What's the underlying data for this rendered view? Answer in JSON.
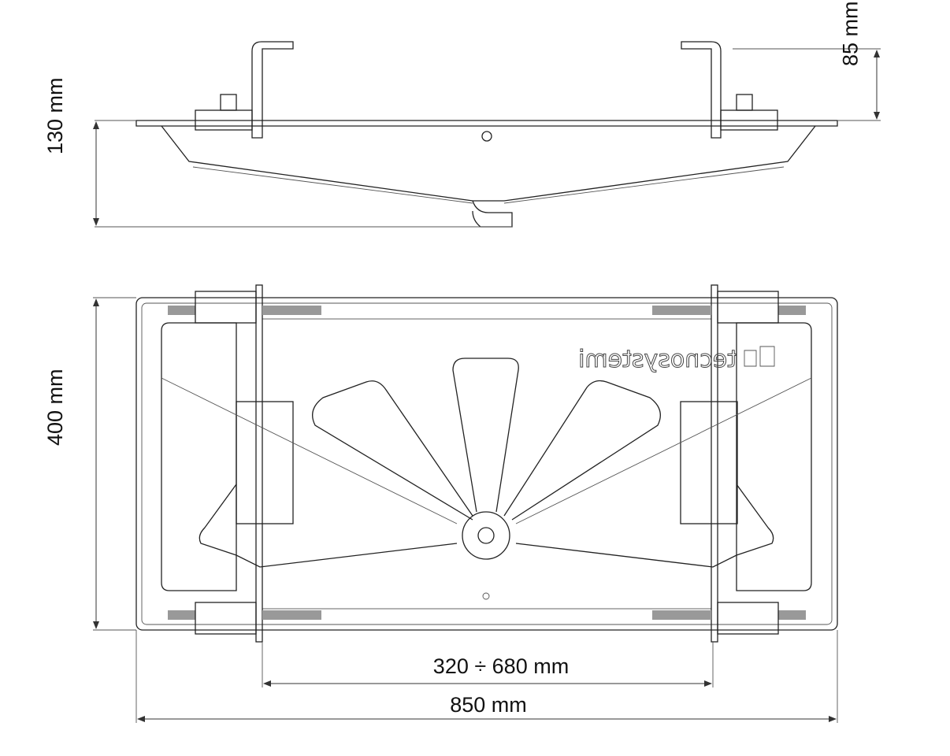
{
  "dimensions": {
    "side_height": "130 mm",
    "bracket_height": "85 mm",
    "depth": "400 mm",
    "bracket_span": "320 ÷ 680 mm",
    "width": "850 mm"
  },
  "logo_text": "tecnosystemi"
}
